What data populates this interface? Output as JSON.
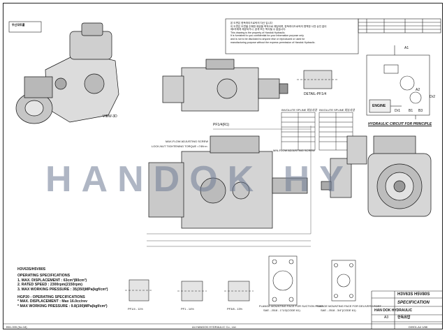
{
  "logo": {
    "company": "두산모트롤"
  },
  "notes_lines": [
    "본 도면은 한독하이드로릭의 자산 입니다",
    "이 도면은 도면을 주확한 제공을 목적으로 해당되며, 한독하이드로릭의 명백한 사전 승인 없이",
    "제3자에게 제공되거나, 공개 또는 복사될 수 없습니다.",
    "This drawing is the property of Handok Hydraulic.",
    "It is furnished to you confidential for your information purpose only",
    "and is not to be disclosed to anyone else or reproduced or used for",
    "manufacturing purpose without the express permission of Handok Hydraulic."
  ],
  "labels": {
    "view_3d": "VIEW-3D",
    "detail": "DETAIL-PF1/4",
    "hydraulic_circuit": "HYDRAULIC CIRCUIT FOR PRINCIPLE",
    "engine": "ENGINE",
    "port_a1": "A1",
    "port_a2": "A2",
    "port_dr2": "Dr2",
    "port_dr1": "Dr1",
    "port_b1": "B1",
    "port_b3": "B3",
    "pf_top": "PF1/4(R1)",
    "port_pf14": "PF1/4 - 11½",
    "port_pf1": "PF1 - 14½",
    "port_pf38": "PF3/8 - 13½",
    "flange_suction": "FLANGE MOUNTING FACE FOR SUCTION PORT",
    "flange_suction_std": "SAE - J518 - 1\"1/2(CODE 61)",
    "flange_delivery": "FLANGE MOUNTING FACE FOR DELIVERY PORT",
    "flange_delivery_std": "SAE - J518 - 3/4\"(CODE 61)",
    "max_flow_screw": "MAX-FLOW ADJUSTING SCREW",
    "min_flow_screw": "MIN-FLOW ADJUSTING SCREW",
    "bolt_note": "LOCK-NUT TIGHTENING TORQUE =74N·m",
    "involute_1": "INVOLUTE SPLINE 외부사양",
    "involute_2": "INVOLUTE SPLINE 외부사양",
    "footer_left": "B51-005 (No.18)",
    "footer_center": "A4 HANDOK HYDRAULIC Co., Ltd.",
    "footer_right": "D0901-A4 1/88"
  },
  "specs": {
    "model": "H3V63S/H5V80S",
    "heading1": "OPERATING SPECIFICATIONS",
    "line1": "1. MAX. DISPLACEMENT : 63cm³(80cm³)",
    "line2": "2. RATED SPEED : 2300rpm(2150rpm)",
    "line3": "3. MAX WORKING PRESSURE : 35(350)MPa(kgf/cm²)",
    "heading2": "HGP20 - OPERATING SPECIFICATIONS",
    "line4": "* MAX. DISPLACEMENT : Max 16.0cc/rev",
    "line5": "* MAX WORKING PRESSURE : 9.8(100)MPa(kgf/cm²)"
  },
  "title_block": {
    "drawing_title": "H3V63S H5V80S",
    "doc_type": "SPECIFICATION",
    "company": "HAN DOK HYDRAULIC",
    "company_kr": "한독유압",
    "size": "A3"
  },
  "watermark": "HANDOK HY"
}
